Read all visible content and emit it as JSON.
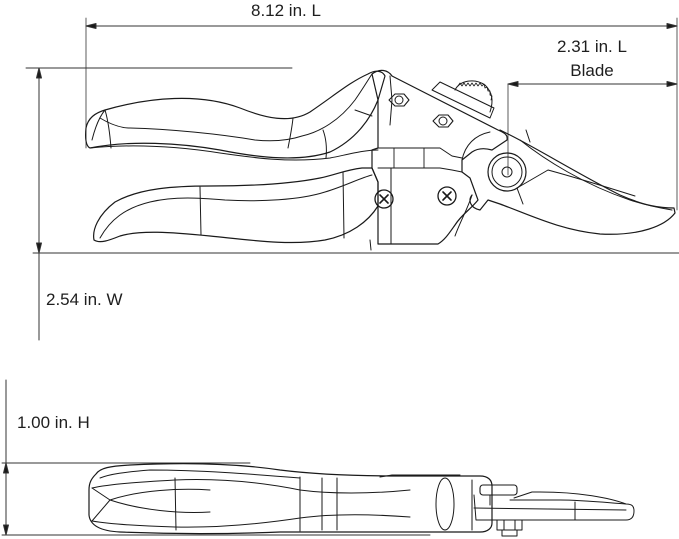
{
  "diagram": {
    "subject": "bypass pruning shears dimension drawing",
    "line_color": "#1a1a1a",
    "background": "#ffffff",
    "views": [
      {
        "name": "side-view",
        "description": "Shears shown from side, closed, blade pointing right"
      },
      {
        "name": "top-view",
        "description": "Shears shown from top edge, blade pointing right"
      }
    ]
  },
  "dimensions": {
    "overall_length": {
      "label": "8.12 in. L",
      "value": 8.12,
      "unit": "in",
      "axis": "L"
    },
    "blade_length": {
      "label": "2.31 in. L",
      "sublabel": "Blade",
      "value": 2.31,
      "unit": "in",
      "axis": "L"
    },
    "width": {
      "label": "2.54 in. W",
      "value": 2.54,
      "unit": "in",
      "axis": "W"
    },
    "height": {
      "label": "1.00 in. H",
      "value": 1.0,
      "unit": "in",
      "axis": "H"
    }
  }
}
